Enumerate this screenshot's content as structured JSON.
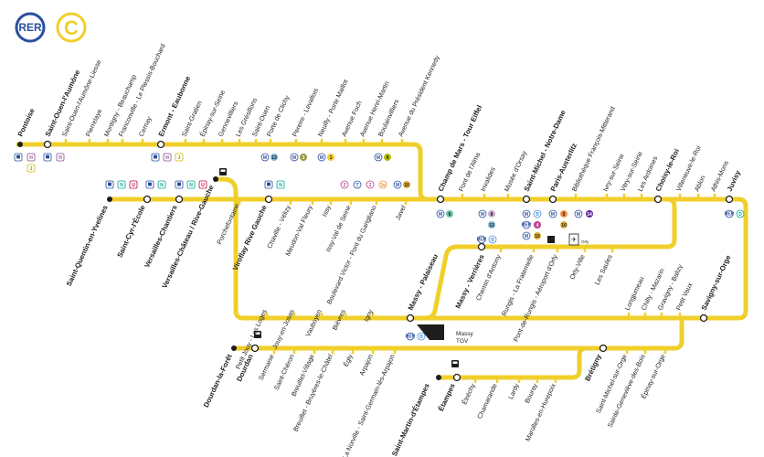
{
  "header": {
    "rer_label": "RER",
    "line_label": "C",
    "rer_color": "#2A4F9D",
    "line_color": "#F0CF2A"
  },
  "connections": {
    "t13": "13",
    "t9": "9",
    "t1": "1",
    "t6": "6",
    "t8": "8",
    "t10": "10",
    "t5": "5",
    "t14": "14",
    "t3a": "3a",
    "t2": "2",
    "t4": "4",
    "rer_b": "B",
    "rer_d": "D",
    "massy_tgv": "Massy TGV",
    "orly": "Orly",
    "metro": "M",
    "rer": "RER",
    "h": "H",
    "j": "J",
    "n": "N",
    "u": "U",
    "t": "T"
  },
  "stations": {
    "pontoise": "Pontoise",
    "saint_ouen_aumone": "Saint-Ouen-l'Aumône",
    "saint_ouen_aumone_liesse": "Saint-Ouen-l'Aumône-Liesse",
    "pierrelaye": "Pierrelaye",
    "montigny": "Montigny - Beauchamp",
    "franconville": "Franconville - Le Plessis-Bouchard",
    "cernay": "Cernay",
    "ermont": "Ermont - Eaubonne",
    "saint_gratien": "Saint-Gratien",
    "epinay_seine": "Épinay-sur-Seine",
    "gennevilliers": "Gennevilliers",
    "gresillons": "Les Grésillons",
    "saint_ouen": "Saint-Ouen",
    "porte_clichy": "Porte de Clichy",
    "pereire": "Pereire - Levallois",
    "neuilly": "Neuilly - Porte Maillot",
    "avenue_foch": "Avenue Foch",
    "henri_martin": "Avenue Henri-Martin",
    "boulainvilliers": "Boulainvilliers",
    "kennedy": "Avenue du Président Kennedy",
    "champ_de_mars": "Champ de Mars - Tour Eiffel",
    "pont_alma": "Pont de l'Alma",
    "invalides": "Invalides",
    "musee_orsay": "Musée d'Orsay",
    "saint_michel": "Saint-Michel - Notre-Dame",
    "austerlitz": "Paris-Austerlitz",
    "bibliotheque": "Bibliothèque François-Mitterand",
    "ivry": "Ivry-sur-Seine",
    "vitry": "Vitry-sur-Seine",
    "ardoines": "Les Ardoines",
    "choisy": "Choisy-le-Roi",
    "villeneuve": "Villeneuve-le-Roi",
    "ablon": "Ablon",
    "athis_mons": "Athis-Mons",
    "juvisy": "Juvisy",
    "saint_quentin": "Saint-Quentin-en-Yvelines",
    "saint_cyr": "Saint-Cyr-l'École",
    "versailles_chantiers": "Versailles-Chantiers",
    "versailles_rive_gauche": "Versailles-Château / Rive-Gauche",
    "porchefontaine": "Porchefontaine",
    "viroflay": "Viroflay Rive Gauche",
    "chaville": "Chaville - Vélizy",
    "meudon": "Meudon-Val Fleury",
    "issy": "Issy",
    "issy_val_seine": "Issy-Val de Seine",
    "garigliano": "Boulevard Victor - Pont du Garigliano",
    "javel": "Javel",
    "petit_jouy": "Petit Jouy - Les Loges",
    "jouy": "Jouy-en-Josas",
    "vauboyen": "Vauboyen",
    "bievres": "Bièvres",
    "igny": "Igny",
    "massy_palaiseau": "Massy - Palaiseau",
    "massy_verrieres": "Massy - Verrières",
    "chemin_antony": "Chemin d'Antony",
    "rungis": "Rungis - La Fraternelle",
    "pont_rungis": "Pont-de-Rungis - Aéroport d'Orly",
    "orly_ville": "Orly-Ville",
    "saules": "Les Saules",
    "longjumeau": "Longjumeau",
    "chilly": "Chilly - Mazarin",
    "gravigny": "Gravigny - Balizy",
    "petit_vaux": "Petit Vaux",
    "savigny": "Savigny-sur-Orge",
    "dourdan_foret": "Dourdan-la-Forêt",
    "dourdan": "Dourdan",
    "sermaise": "Sermaise",
    "saint_cheron": "Saint-Chéron",
    "breuillet_village": "Breuillet-Village",
    "breuillet_bruyeres": "Breuillet - Bruyères-le-Châtel",
    "egly": "Égly",
    "arpajon": "Arpajon",
    "norville": "La Norville - Saint-Germain-lès-Arpajon",
    "saint_martin_etampes": "Saint-Martin-d'Étampes",
    "etampes": "Étampes",
    "etrechy": "Étréchy",
    "chamarande": "Chamarande",
    "lardy": "Lardy",
    "bouray": "Bouray",
    "marolles": "Marolles-en-Hurepoix",
    "bretigny": "Brétigny",
    "saint_michel_orge": "Saint-Michel-sur-Orge",
    "sainte_genevieve": "Sainte-Geneviève-des-Bois",
    "epinay_orge": "Épinay-sur-Orge"
  }
}
